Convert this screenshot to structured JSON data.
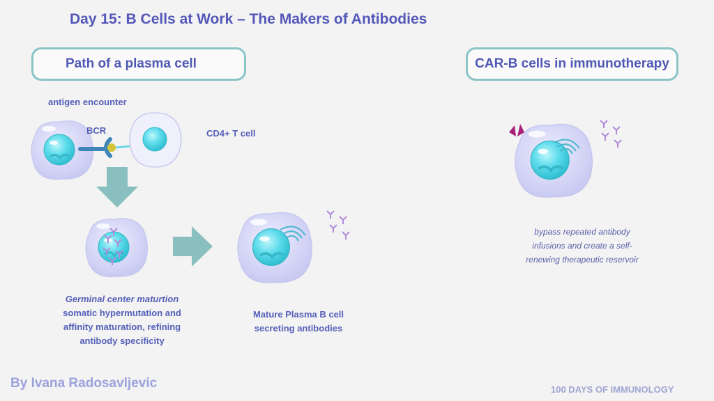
{
  "title": "Day 15: B Cells at Work – The Makers of Antibodies",
  "left_panel": {
    "heading": "Path of a plasma cell",
    "antigen_label": "antigen encounter",
    "bcr_label": "BCR",
    "tcell_label": "CD4+ T cell",
    "germinal_title": "Germinal center maturtion",
    "germinal_lines": [
      "somatic hypermutation and",
      "affinity maturation, refining",
      "antibody specificity"
    ],
    "plasma_lines": [
      "Mature Plasma B cell",
      "secreting antibodies"
    ]
  },
  "right_panel": {
    "heading": "CAR-B cells in immunotherapy",
    "note_lines": [
      "bypass repeated antibody",
      "infusions and create a self-",
      "renewing therapeutic reservoir"
    ]
  },
  "footer": {
    "author": "By Ivana Radosavljevic",
    "series": "100 DAYS OF IMMUNOLOGY"
  },
  "colors": {
    "title": "#5257b8",
    "box_border": "#8cc4c4",
    "arrow": "#8abfc0",
    "cell": "#dcdcf8",
    "nucleus": "#5fdcec",
    "antibody": "#b08ad8"
  }
}
